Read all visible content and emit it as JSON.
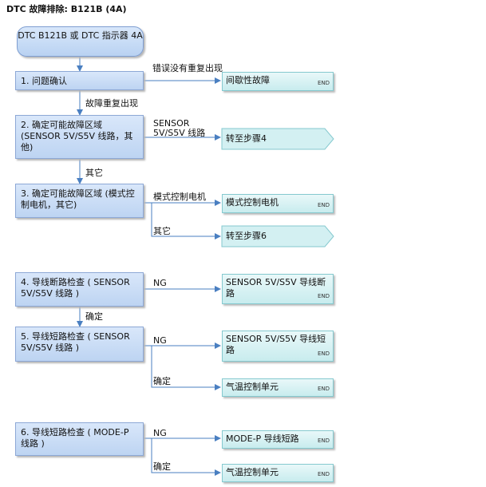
{
  "title": "DTC 故障排除: B121B (4A)",
  "start": "DTC B121B 或 DTC 指示器 4A",
  "steps": [
    "1. 问题确认",
    "2. 确定可能故障区域 (SENSOR 5V/S5V 线路，其他)",
    "3. 确定可能故障区域 (模式控制电机，其它)",
    "4. 导线断路检查 ( SENSOR 5V/S5V 线路 )",
    "5. 导线短路检查 ( SENSOR 5V/S5V 线路 )",
    "6. 导线短路检查 ( MODE-P 线路 )"
  ],
  "results": [
    {
      "text": "间歇性故障",
      "end": "END"
    },
    {
      "text": "转至步骤4",
      "end": ""
    },
    {
      "text": "模式控制电机",
      "end": "END"
    },
    {
      "text": "转至步骤6",
      "end": ""
    },
    {
      "text": "SENSOR 5V/S5V 导线断路",
      "end": "END"
    },
    {
      "text": "SENSOR 5V/S5V 导线短路",
      "end": "END"
    },
    {
      "text": "气温控制单元",
      "end": "END"
    },
    {
      "text": "MODE-P 导线短路",
      "end": "END"
    },
    {
      "text": "气温控制单元",
      "end": "END"
    }
  ],
  "labels": {
    "not_reproduced": "错误没有重复出现",
    "reproduced": "故障重复出现",
    "sensor_line": "SENSOR 5V/S5V 线路",
    "other": "其它",
    "mode_motor": "模式控制电机",
    "other2": "其它",
    "ng4": "NG",
    "ok4": "确定",
    "ng5": "NG",
    "ok5": "确定",
    "ng6": "NG",
    "ok6": "确定"
  }
}
